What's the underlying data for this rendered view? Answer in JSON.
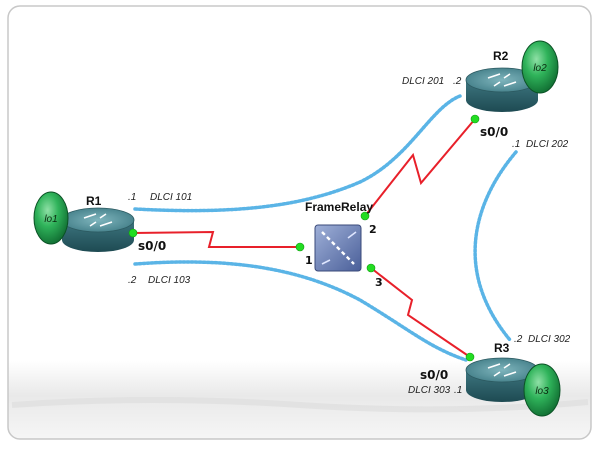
{
  "switch": {
    "name": "FrameRelay",
    "ports": [
      "1",
      "2",
      "3"
    ]
  },
  "routers": {
    "r1": {
      "name": "R1",
      "interface": "s0/0",
      "loopback": "lo1"
    },
    "r2": {
      "name": "R2",
      "interface": "s0/0",
      "loopback": "lo2"
    },
    "r3": {
      "name": "R3",
      "interface": "s0/0",
      "loopback": "lo3"
    }
  },
  "dlci": {
    "r1_101": {
      "host": ".1",
      "label": "DLCI  101"
    },
    "r1_103": {
      "host": ".2",
      "label": "DLCI  103"
    },
    "r2_201": {
      "label": "DLCI  201",
      "host": ".2"
    },
    "r2_202": {
      "host": ".1",
      "label": "DLCI 202"
    },
    "r3_302": {
      "host": ".2",
      "label": "DLCI 302"
    },
    "r3_303": {
      "label": "DLCI 303",
      "host": ".1"
    }
  },
  "colors": {
    "serial_link": "#e8202a",
    "port_dot": "#22dd22",
    "pvc": "#5ab4e6",
    "router_top": "#4f8c96",
    "loopback": "#1f9a49"
  }
}
